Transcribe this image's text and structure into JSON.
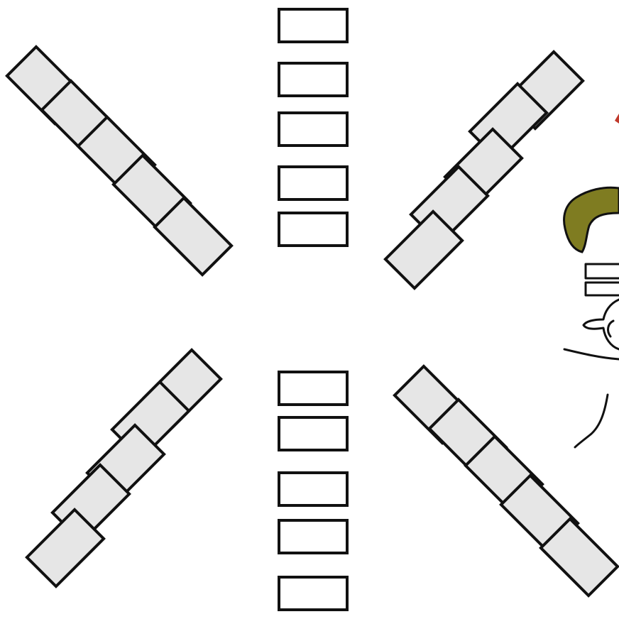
{
  "colors": {
    "background": "#ffffff",
    "outline": "#111111",
    "bar_fill_white": "#ffffff",
    "bar_fill_gray": "#e6e6e6",
    "hair_fill": "#7f7c21",
    "accent_mark": "#c0392b"
  },
  "groups": [
    {
      "name": "top-center",
      "style": "white-bars",
      "bar_count": 5
    },
    {
      "name": "top-left",
      "style": "gray-bars",
      "bar_count": 5
    },
    {
      "name": "top-right",
      "style": "gray-bars",
      "bar_count": 5
    },
    {
      "name": "bottom-left",
      "style": "gray-bars",
      "bar_count": 5
    },
    {
      "name": "bottom-center",
      "style": "white-bars",
      "bar_count": 5
    },
    {
      "name": "bottom-right",
      "style": "gray-bars",
      "bar_count": 5
    }
  ],
  "figure": {
    "name": "partial-person-drawing",
    "hair": "olive"
  }
}
